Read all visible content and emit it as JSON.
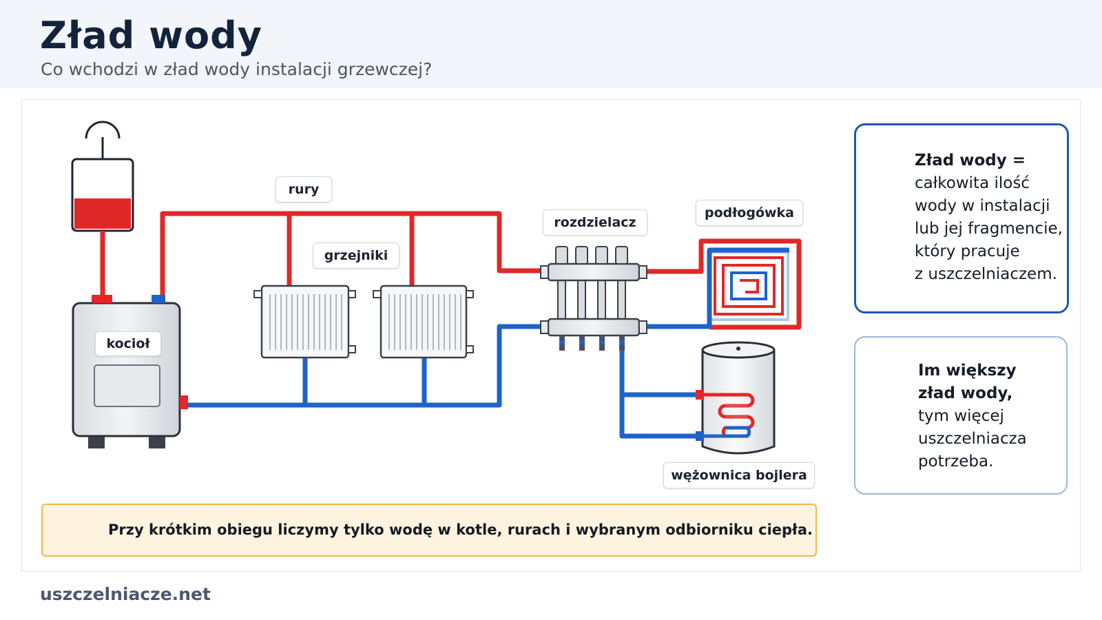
{
  "header": {
    "title": "Zład wody",
    "subtitle": "Co wchodzi w zład wody instalacji grzewczej?"
  },
  "labels": {
    "pipes": "rury",
    "radiators": "grzejniki",
    "manifold": "rozdzielacz",
    "floor_heating": "podłogówka",
    "boiler": "kocioł",
    "tank_coil": "wężownica bojlera"
  },
  "definition_card": {
    "heading": "Zład wody =",
    "lines": [
      "całkowita ilość",
      "wody w instalacji",
      "lub jej fragmencie,",
      "który pracuje",
      "z uszczelniaczem."
    ]
  },
  "info_card": {
    "heading_lines": [
      "Im większy",
      "zład wody,"
    ],
    "lines": [
      "tym więcej",
      "uszczelniacza",
      "potrzeba."
    ]
  },
  "tip": {
    "text": "Przy krótkim obiegu liczymy tylko wodę w kotle, rurach i wybranym odbiorniku ciepła."
  },
  "footer": {
    "site": "uszczelniacze.net"
  },
  "colors": {
    "hot_pipe": "#e02828",
    "cold_pipe": "#1e63c9",
    "accent_blue": "#1c57b5",
    "tip_border": "#f0b64c",
    "tip_bg": "#fdf3de"
  }
}
